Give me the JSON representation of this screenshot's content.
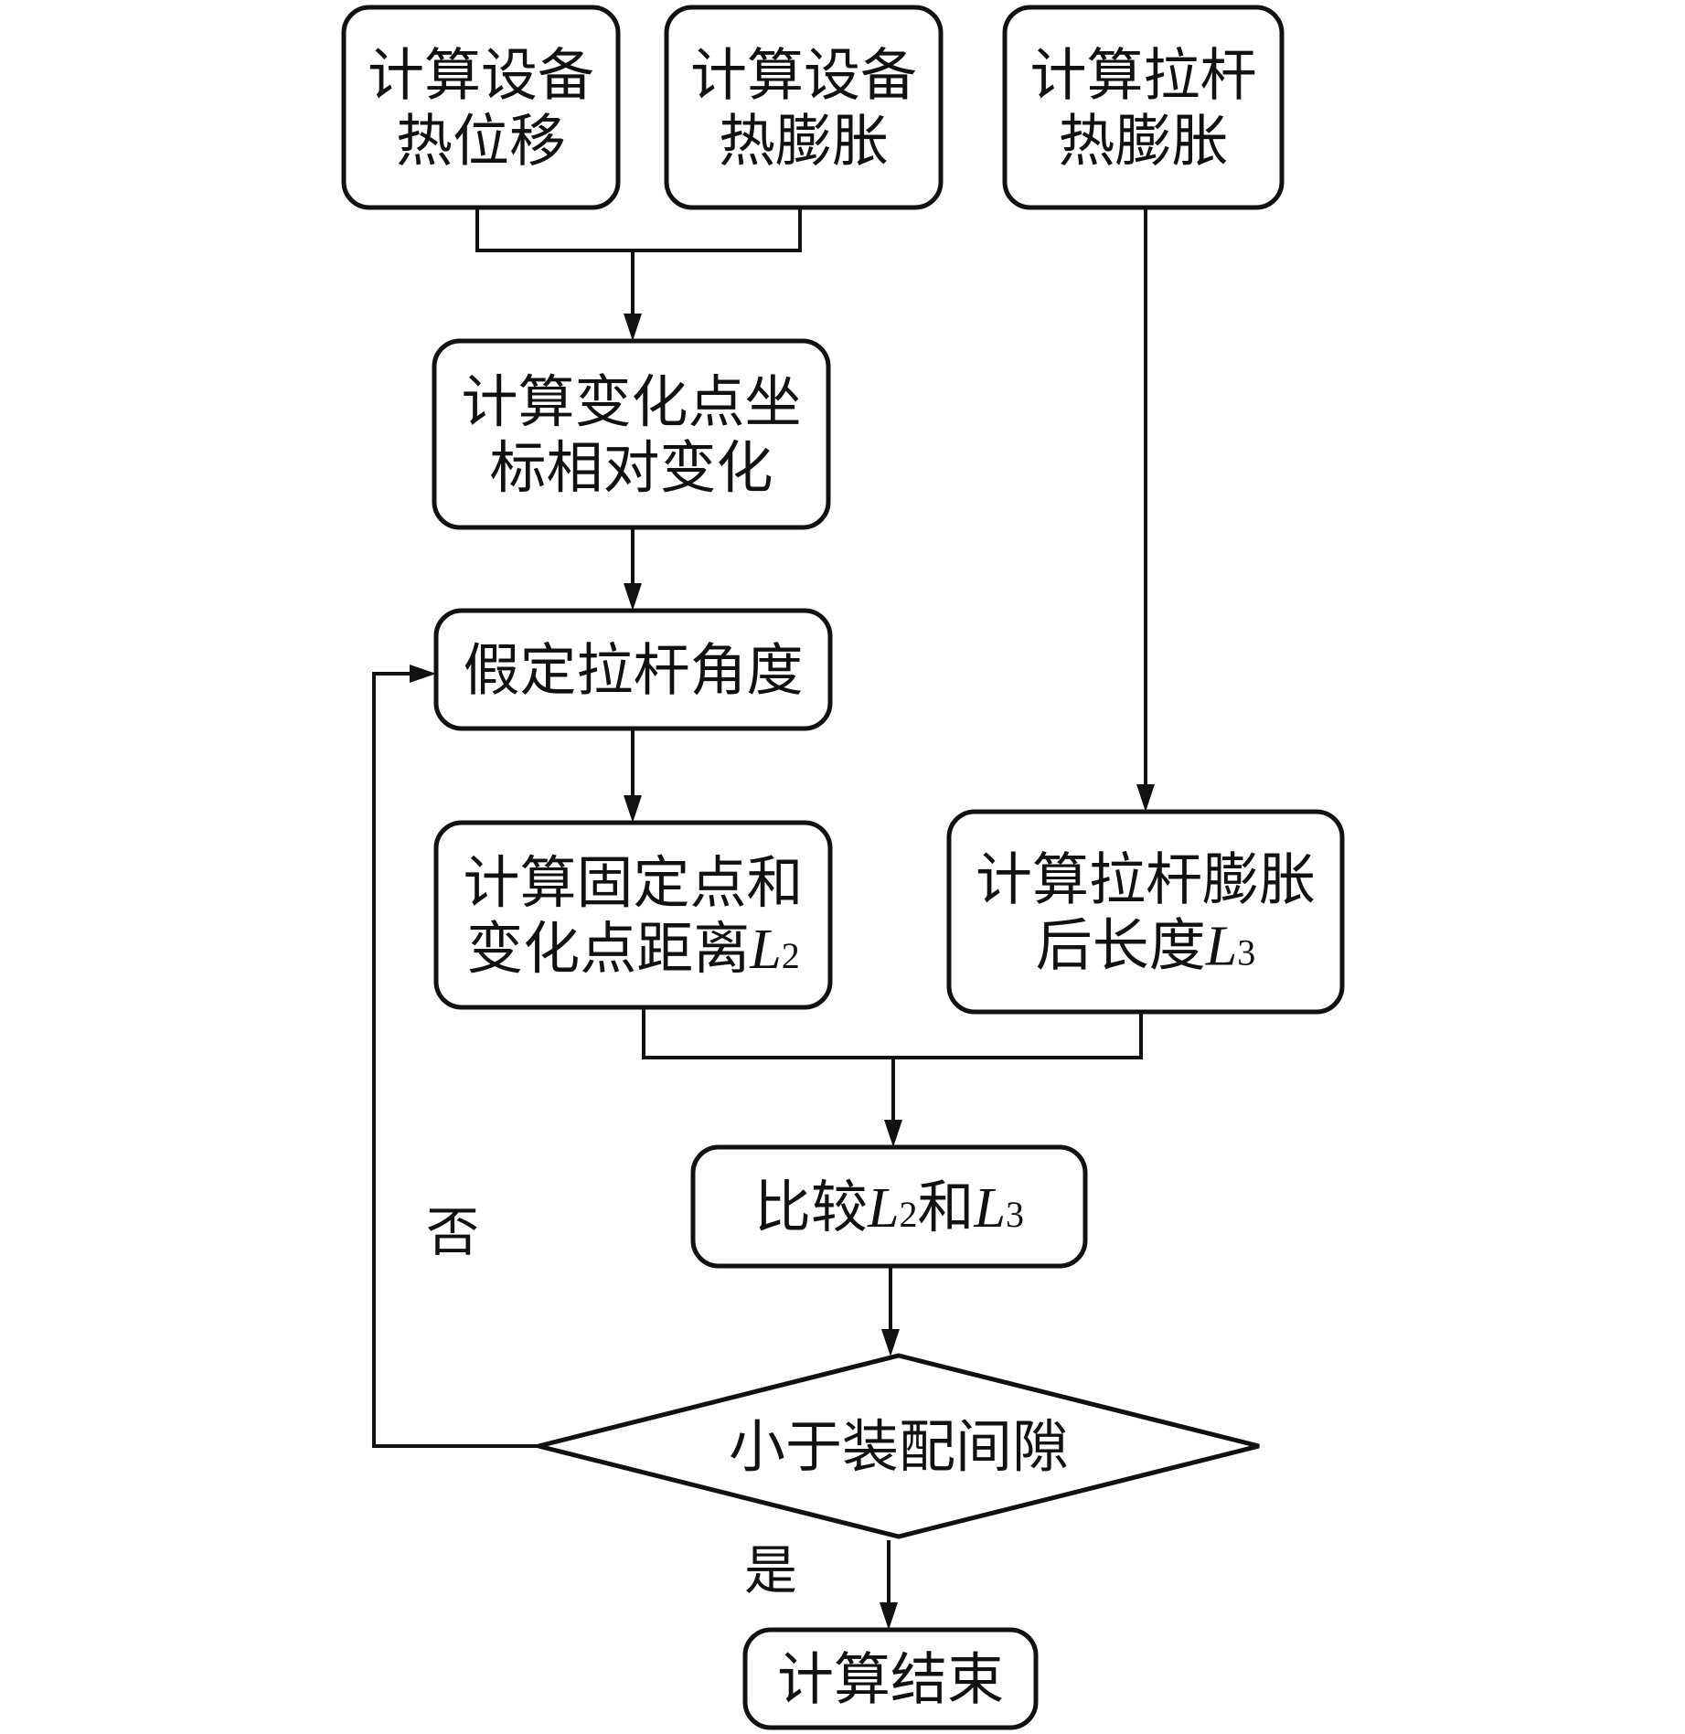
{
  "diagram": {
    "type": "flowchart",
    "nodes": [
      {
        "id": "n1",
        "shape": "rounded-rect",
        "lines": [
          [
            {
              "t": "计算设备"
            }
          ],
          [
            {
              "t": "热位移"
            }
          ]
        ]
      },
      {
        "id": "n2",
        "shape": "rounded-rect",
        "lines": [
          [
            {
              "t": "计算设备"
            }
          ],
          [
            {
              "t": "热膨胀"
            }
          ]
        ]
      },
      {
        "id": "n3",
        "shape": "rounded-rect",
        "lines": [
          [
            {
              "t": "计算拉杆"
            }
          ],
          [
            {
              "t": "热膨胀"
            }
          ]
        ]
      },
      {
        "id": "n4",
        "shape": "rounded-rect",
        "lines": [
          [
            {
              "t": "计算变化点坐"
            }
          ],
          [
            {
              "t": "标相对变化"
            }
          ]
        ]
      },
      {
        "id": "n5",
        "shape": "rounded-rect",
        "lines": [
          [
            {
              "t": "假定拉杆角度"
            }
          ]
        ]
      },
      {
        "id": "n6",
        "shape": "rounded-rect",
        "lines": [
          [
            {
              "t": "计算固定点和"
            }
          ],
          [
            {
              "t": "变化点距离"
            },
            {
              "t": "L",
              "var": true
            },
            {
              "t": "2",
              "sub": true
            }
          ]
        ]
      },
      {
        "id": "n7",
        "shape": "rounded-rect",
        "lines": [
          [
            {
              "t": "计算拉杆膨胀"
            }
          ],
          [
            {
              "t": "后长度"
            },
            {
              "t": "L",
              "var": true
            },
            {
              "t": "3",
              "sub": true
            }
          ]
        ]
      },
      {
        "id": "n8",
        "shape": "rounded-rect",
        "lines": [
          [
            {
              "t": "比较"
            },
            {
              "t": "L",
              "var": true
            },
            {
              "t": "2",
              "sub": true
            },
            {
              "t": "和"
            },
            {
              "t": "L",
              "var": true
            },
            {
              "t": "3",
              "sub": true
            }
          ]
        ]
      },
      {
        "id": "n9",
        "shape": "diamond",
        "lines": [
          [
            {
              "t": "小于装配间隙"
            }
          ]
        ]
      },
      {
        "id": "n10",
        "shape": "rounded-rect",
        "lines": [
          [
            {
              "t": "计算结束"
            }
          ]
        ]
      }
    ],
    "edges": [
      {
        "from": [
          "n1",
          "n2"
        ],
        "to": "n4",
        "label": ""
      },
      {
        "from": "n4",
        "to": "n5",
        "label": ""
      },
      {
        "from": "n5",
        "to": "n6",
        "label": ""
      },
      {
        "from": "n3",
        "to": "n7",
        "label": ""
      },
      {
        "from": [
          "n6",
          "n7"
        ],
        "to": "n8",
        "label": ""
      },
      {
        "from": "n8",
        "to": "n9",
        "label": ""
      },
      {
        "from": "n9",
        "to": "n5",
        "label": "否"
      },
      {
        "from": "n9",
        "to": "n10",
        "label": "是"
      }
    ],
    "edge_labels": {
      "no": "否",
      "yes": "是"
    }
  }
}
